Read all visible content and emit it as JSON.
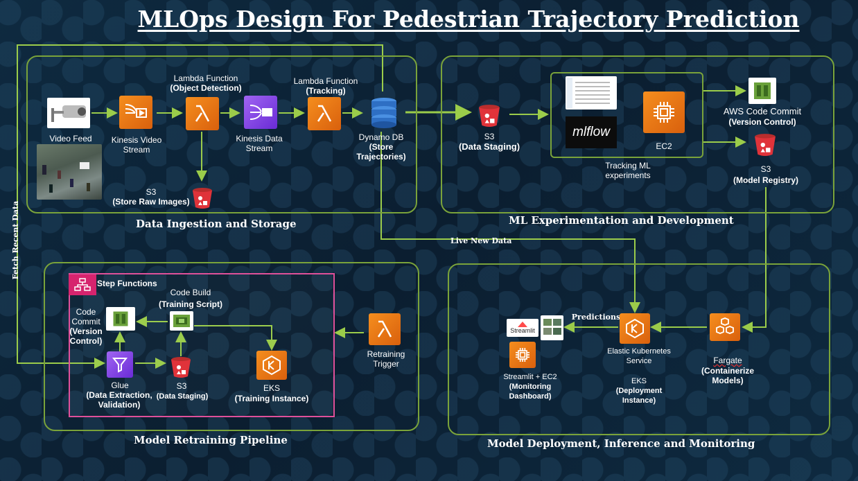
{
  "title": "MLOps Design For Pedestrian Trajectory Prediction",
  "side_label": "Fetch Recent Data",
  "sections": {
    "ingestion": "Data Ingestion and  Storage",
    "ml_exp": "ML Experimentation and Development",
    "retraining": "Model Retraining Pipeline",
    "deployment": "Model Deployment, Inference and Monitoring"
  },
  "nodes": {
    "video_feed": "Video Feed",
    "kinesis_video": "Kinesis Video Stream",
    "lambda_od_title": "Lambda Function",
    "lambda_od_sub": "(Object Detection)",
    "kinesis_data": "Kinesis Data Stream",
    "lambda_tr_title": "Lambda Function",
    "lambda_tr_sub": "(Tracking)",
    "s3_raw_title": "S3",
    "s3_raw_sub": "(Store Raw Images)",
    "dynamo_title": "Dynamo DB",
    "dynamo_sub": "(Store Trajectories)",
    "s3_staging_title": "S3",
    "s3_staging_sub": "(Data Staging)",
    "mlflow_text": "mlflow",
    "ec2": "EC2",
    "tracking": "Tracking ML experiments",
    "codecommit_title": "AWS Code Commit",
    "codecommit_sub": "(Version Control)",
    "s3_registry_title": "S3",
    "s3_registry_sub": "(Model Registry)",
    "live_data": "Live New Data",
    "predictions": "Predictions",
    "eks_deploy_1": "Elastic Kubernetes Service",
    "eks_deploy_2": "EKS",
    "eks_deploy_3": "(Deployment Instance)",
    "fargate_title": "Fargate",
    "fargate_sub": "(Containerize Models)",
    "streamlit_logo": "Streamlit",
    "streamlit_title": "Streamlit + EC2",
    "streamlit_sub": "(Monitoring Dashboard)",
    "retrain_trigger": "Retraining Trigger",
    "step_functions": "Step Functions",
    "codebuild_title": "Code Build",
    "codebuild_sub": "(Training Script)",
    "cc2_title": "Code Commit",
    "cc2_sub": "(Version Control)",
    "glue_title": "Glue",
    "glue_sub": "(Data Extraction, Validation)",
    "s3_rt_title": "S3",
    "s3_rt_sub": "(Data Staging)",
    "eks_train_title": "EKS",
    "eks_train_sub": "(Training Instance)"
  },
  "colors": {
    "panel_border": "#7aa33a",
    "step_border": "#e0509a",
    "aws_orange": "#f58e1e",
    "s3_red": "#e0333a",
    "purple": "#7b3fe4",
    "background": "#0d2236"
  },
  "icons": [
    "camera-icon",
    "kinesis-video-icon",
    "lambda-icon",
    "kinesis-data-icon",
    "dynamodb-icon",
    "s3-bucket-icon",
    "ec2-icon",
    "codecommit-icon",
    "eks-icon",
    "fargate-icon",
    "glue-icon",
    "codebuild-icon",
    "step-functions-icon"
  ]
}
